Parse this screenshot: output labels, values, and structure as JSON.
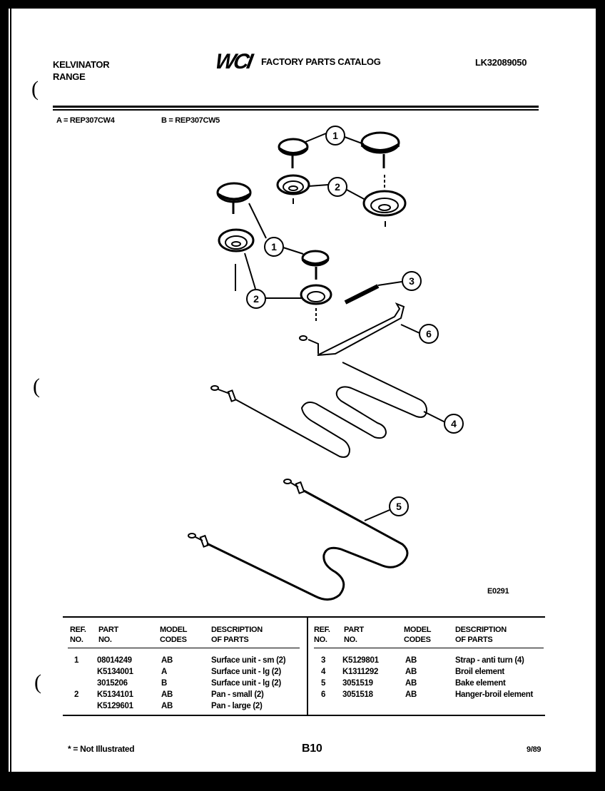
{
  "header": {
    "brand": "KELVINATOR",
    "product": "RANGE",
    "logo": "WCI",
    "title": "FACTORY PARTS CATALOG",
    "catalog_code": "LK32089050"
  },
  "models": {
    "a": "A = REP307CW4",
    "b": "B = REP307CW5"
  },
  "diagram": {
    "figure_id": "E0291",
    "callouts": [
      "1",
      "2",
      "1",
      "2",
      "3",
      "6",
      "4",
      "5"
    ]
  },
  "table": {
    "headers": {
      "ref_no": [
        "REF.",
        "NO."
      ],
      "part_no": [
        "PART",
        "NO."
      ],
      "model_codes": [
        "MODEL",
        "CODES"
      ],
      "description": [
        "DESCRIPTION",
        "OF PARTS"
      ]
    },
    "left_rows": [
      {
        "ref": "1",
        "part": "08014249",
        "codes": "AB",
        "desc": "Surface unit - sm (2)"
      },
      {
        "ref": "",
        "part": "K5134001",
        "codes": "A",
        "desc": "Surface unit - lg (2)"
      },
      {
        "ref": "",
        "part": "3015206",
        "codes": "B",
        "desc": "Surface unit - lg (2)"
      },
      {
        "ref": "2",
        "part": "K5134101",
        "codes": "AB",
        "desc": "Pan - small (2)"
      },
      {
        "ref": "",
        "part": "K5129601",
        "codes": "AB",
        "desc": "Pan - large (2)"
      }
    ],
    "right_rows": [
      {
        "ref": "3",
        "part": "K5129801",
        "codes": "AB",
        "desc": "Strap - anti turn (4)"
      },
      {
        "ref": "4",
        "part": "K1311292",
        "codes": "AB",
        "desc": "Broil element"
      },
      {
        "ref": "5",
        "part": "3051519",
        "codes": "AB",
        "desc": "Bake element"
      },
      {
        "ref": "6",
        "part": "3051518",
        "codes": "AB",
        "desc": "Hanger-broil element"
      }
    ]
  },
  "footer": {
    "note": "* = Not Illustrated",
    "page": "B10",
    "date": "9/89"
  }
}
